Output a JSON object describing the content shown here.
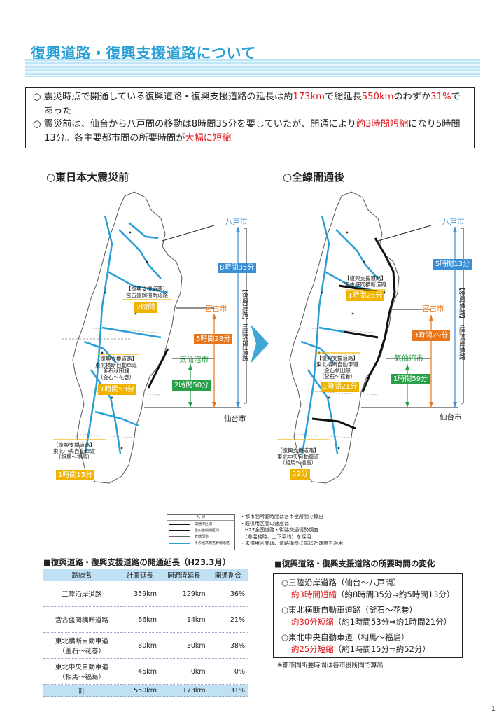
{
  "header": {
    "title": "復興道路・復興支援道路について"
  },
  "summary": {
    "line1_a": "○ 震災時点で開通している復興道路・復興支援道路の延長は約",
    "line1_b": "173km",
    "line1_c": "で総延長",
    "line1_d": "550km",
    "line1_e": "のわずか",
    "line1_f": "31%",
    "line1_g": "であった",
    "line2_a": "○ 震災前は、仙台から八戸間の移動は8時間35分を要していたが、開通により",
    "line2_b": "約3時間短縮",
    "line2_c": "になり5時間13分。各主要都市間の所要時間が",
    "line2_d": "大幅に短縮"
  },
  "maps": {
    "before": {
      "label": "○東日本大震災前",
      "hachinohe": "八戸市",
      "miyako": "宮古市",
      "kesennuma": "気仙沼市",
      "sendai": "仙台市",
      "t_total": "8時間35分",
      "t_miyako": "5時間28分",
      "t_kesennuma": "2時間50分",
      "t_miyako_road": "2時間",
      "t_kamaishi": "1時間53分",
      "t_soma": "1時間15分",
      "lbl_miyako_road": "【復興支援道路】\n宮古盛岡横断道路",
      "lbl_kamaishi": "【復興支援道路】\n東北横断自動車道\n釜石秋田線\n（釜石～花巻）",
      "lbl_soma": "【復興支援道路】\n東北中央自動車道\n（相馬～福島）",
      "bracket": "【復興道路】三陸沿岸道路"
    },
    "after": {
      "label": "○全線開通後",
      "hachinohe": "八戸市",
      "miyako": "宮古市",
      "kesennuma": "気仙沼市",
      "sendai": "仙台市",
      "t_total": "5時間13分",
      "t_miyako": "3時間29分",
      "t_kesennuma": "1時間59分",
      "t_miyako_road": "1時間26分",
      "t_kamaishi": "1時間21分",
      "t_soma": "52分",
      "lbl_miyako_road": "【復興支援道路】\n宮古盛岡横断道路",
      "lbl_kamaishi": "【復興支援道路】\n東北横断自動車道\n釜石秋田線\n（釜石～花巻）",
      "lbl_soma": "【復興支援道路】\n東北中央自動車道\n（相馬～福島）",
      "bracket": "【復興道路】三陸沿岸道路"
    }
  },
  "legend": {
    "title": "凡 例",
    "items": [
      "開通済区間",
      "震災後開通区間",
      "直轄国道",
      "その他高規格幹線道路"
    ]
  },
  "notes": [
    "・都市間所要時間は各市役所間で算出",
    "・既供用区間の速度は、",
    "　H27全国道路・街路交通情勢調査",
    "　（非混雑時、上下平均）を採用",
    "・未供用区間は、道路構造に応じた速度を適用"
  ],
  "extension_table": {
    "title": "■復興道路・復興支援道路の開通延長（H23.3月）",
    "headers": [
      "路線名",
      "計画延長",
      "開通済延長",
      "開通割合"
    ],
    "rows": [
      [
        "三陸沿岸道路",
        "359km",
        "129km",
        "36%"
      ],
      [
        "宮古盛岡横断道路",
        "66km",
        "14km",
        "21%"
      ],
      [
        "東北横断自動車道\n（釜石～花巻）",
        "80km",
        "30km",
        "38%"
      ],
      [
        "東北中央自動車道\n（相馬～福島）",
        "45km",
        "0km",
        "0%"
      ]
    ],
    "total": [
      "計",
      "550km",
      "173km",
      "31%"
    ]
  },
  "time_changes": {
    "title": "■復興道路・復興支援道路の所要時間の変化",
    "items": [
      {
        "route": "○三陸沿岸道路（仙台～八戸間）",
        "reduction": "約3時間短縮",
        "detail": "（約8時間35分⇒約5時間13分）"
      },
      {
        "route": "○東北横断自動車道路（釜石～花巻）",
        "reduction": "約30分短縮",
        "detail": "（約1時間53分⇒約1時間21分）"
      },
      {
        "route": "○東北中央自動車道（相馬～福島）",
        "reduction": "約25分短縮",
        "detail": "（約1時間15分⇒約52分）"
      }
    ],
    "note": "※都市間所要時間は各市役所間で算出"
  },
  "page_number": "1",
  "colors": {
    "title": "#2a9fd6",
    "accent_red": "#e0161b",
    "road_blue": "#2a9fd6",
    "hachinohe": "#3a8fd6",
    "miyako": "#e8761c",
    "kesennuma": "#28a048",
    "support": "#f0b400"
  }
}
